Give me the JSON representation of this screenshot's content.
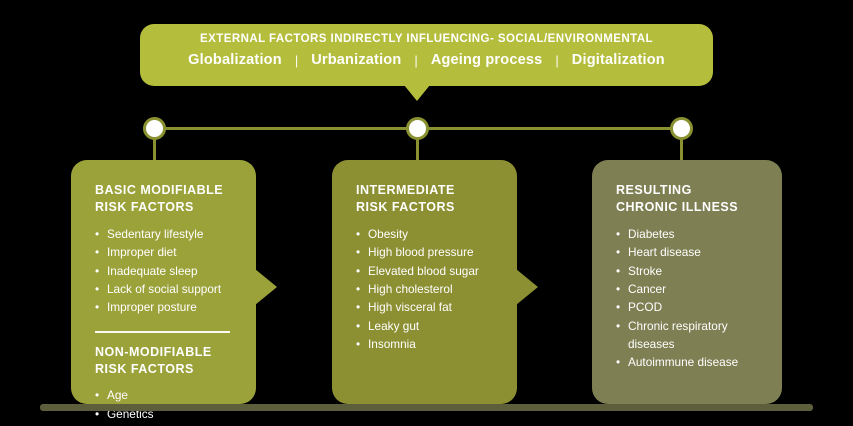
{
  "banner": {
    "title": "EXTERNAL FACTORS INDIRECTLY INFLUENCING- SOCIAL/ENVIRONMENTAL",
    "items": [
      "Globalization",
      "Urbanization",
      "Ageing process",
      "Digitalization"
    ],
    "separator": "|",
    "color": "#b5bd3c"
  },
  "connector": {
    "line_color": "#8a9130",
    "node_fill": "#ffffff"
  },
  "cards": [
    {
      "title": "BASIC MODIFIABLE\nRISK FACTORS",
      "title_line1": "BASIC MODIFIABLE",
      "title_line2": "RISK FACTORS",
      "color": "#9ba23a",
      "items": [
        "Sedentary lifestyle",
        "Improper diet",
        "Inadequate sleep",
        "Lack of social support",
        "Improper posture"
      ],
      "subtitle_line1": "NON-MODIFIABLE",
      "subtitle_line2": "RISK FACTORS",
      "sub_items": [
        "Age",
        "Genetics"
      ]
    },
    {
      "title_line1": "INTERMEDIATE",
      "title_line2": "RISK FACTORS",
      "color": "#8c8f32",
      "items": [
        "Obesity",
        "High blood pressure",
        "Elevated blood sugar",
        "High cholesterol",
        "High visceral fat",
        "Leaky gut",
        "Insomnia"
      ]
    },
    {
      "title_line1": "RESULTING",
      "title_line2": "CHRONIC ILLNESS",
      "color": "#7e7f53",
      "items": [
        "Diabetes",
        "Heart disease",
        "Stroke",
        "Cancer",
        "PCOD",
        "Chronic respiratory diseases",
        "Autoimmune disease"
      ]
    }
  ]
}
